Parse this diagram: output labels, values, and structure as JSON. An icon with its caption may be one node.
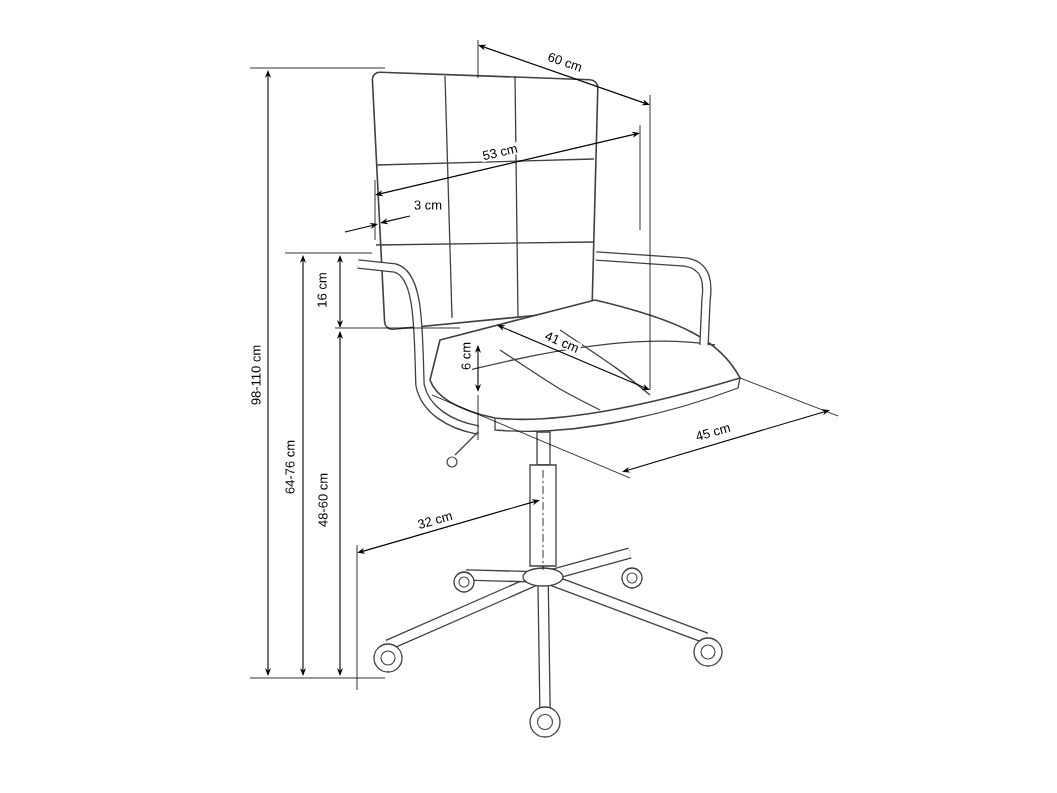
{
  "diagram": {
    "labels": [
      "60 cm",
      "53 cm",
      "3 cm",
      "16 cm",
      "41 cm",
      "6 cm",
      "98-110 cm",
      "64-76 cm",
      "48-60 cm",
      "45 cm",
      "32 cm"
    ]
  }
}
